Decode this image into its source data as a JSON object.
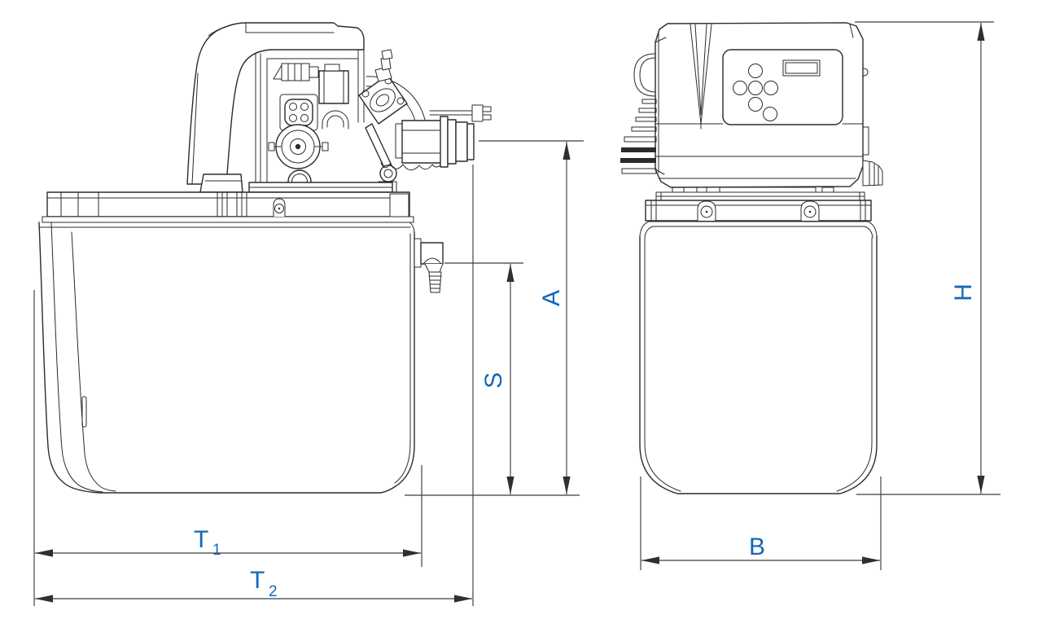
{
  "colors": {
    "dimension_label_blue": "#1667b8",
    "drawing_line": "#2b2b2b"
  },
  "dimension_labels": {
    "A": "A",
    "S": "S",
    "B": "B",
    "H": "H",
    "T1": {
      "base": "T",
      "sub": "1"
    },
    "T2": {
      "base": "T",
      "sub": "2"
    }
  }
}
